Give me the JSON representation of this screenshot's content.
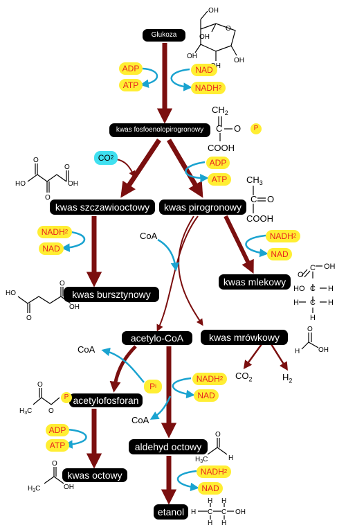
{
  "compounds": {
    "glukoza": "Glukoza",
    "kwas_fosfoenolopirogronowy": "kwas fosfoenolopirogronowy",
    "kwas_szczawiooctowy": "kwas szczawiooctowy",
    "kwas_pirogronowy": "kwas pirogronowy",
    "kwas_bursztynowy": "kwas bursztynowy",
    "kwas_mlekowy": "kwas mlekowy",
    "acetylo_coa": "acetylo-CoA",
    "kwas_mrowkowy": "kwas mrówkowy",
    "acetylofosforan": "acetylofosforan",
    "aldehyd_octowy": "aldehyd octowy",
    "kwas_octowy": "kwas octowy",
    "etanol": "etanol"
  },
  "cofactors": {
    "adp": "ADP",
    "atp": "ATP",
    "nad": "NAD",
    "nadh_base": "NADH",
    "nadh_sub": "2",
    "co2_base": "CO",
    "co2_sub": "2",
    "p_label": "P",
    "pi_base": "P",
    "pi_sub": "i",
    "coa": "CoA",
    "h2_base": "H",
    "h2_sub": "2"
  },
  "structures": {
    "glucose": {
      "oh": "OH",
      "ch2oh": "OH",
      "o": "O"
    },
    "pep": {
      "ch2": "CH",
      "sub2": "2",
      "c": "C",
      "o": "O",
      "cooh": "COOH"
    },
    "pyruvate": {
      "ch3": "CH",
      "sub3": "3",
      "c": "C",
      "o": "O",
      "cooh": "COOH"
    },
    "oxaloacetate": {
      "ho": "HO",
      "oh": "OH",
      "o": "O"
    },
    "succinate": {
      "ho": "HO",
      "oh": "OH",
      "o": "O"
    },
    "lactate": {
      "oh": "OH",
      "ho": "HO",
      "c": "C",
      "h": "H",
      "o": "O"
    },
    "formate": {
      "h": "H",
      "o": "O",
      "oh": "OH"
    },
    "acetylphosphate": {
      "h3c": "H",
      "sub3": "3",
      "c": "C",
      "o": "O"
    },
    "acetaldehyde": {
      "h3c": "H",
      "sub3": "3",
      "c": "C",
      "h": "H",
      "o": "O"
    },
    "acetate": {
      "h3c": "H",
      "sub3": "3",
      "c": "C",
      "oh": "OH",
      "o": "O"
    },
    "ethanol": {
      "h": "H",
      "c": "C",
      "oh": "OH"
    }
  },
  "colors": {
    "main_arrow": "#7b0f0f",
    "cofactor_arrow": "#1aa3d0",
    "pill": "#ffee33",
    "pill_text": "#e8241e",
    "co2_pill": "#40e0f0"
  }
}
